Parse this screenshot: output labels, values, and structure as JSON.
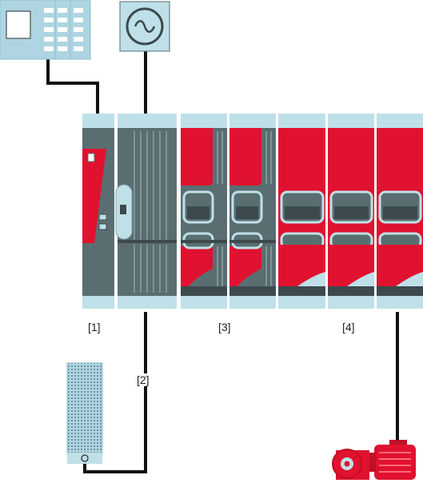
{
  "callouts": {
    "c1": "[1]",
    "c2": "[2]",
    "c3": "[3]",
    "c4": "[4]"
  },
  "components": {
    "controller_icon": "controller-icon",
    "ac_supply_icon": "ac-supply-symbol-icon",
    "braking_resistor_icon": "braking-resistor-icon",
    "gearmotor_icon": "gearmotor-icon"
  },
  "colors": {
    "red": "#e0122f",
    "dark_grey": "#5a6e72",
    "light_blue": "#bfe0e8",
    "cable": "#111111",
    "panel_blue": "#aed5e1"
  }
}
